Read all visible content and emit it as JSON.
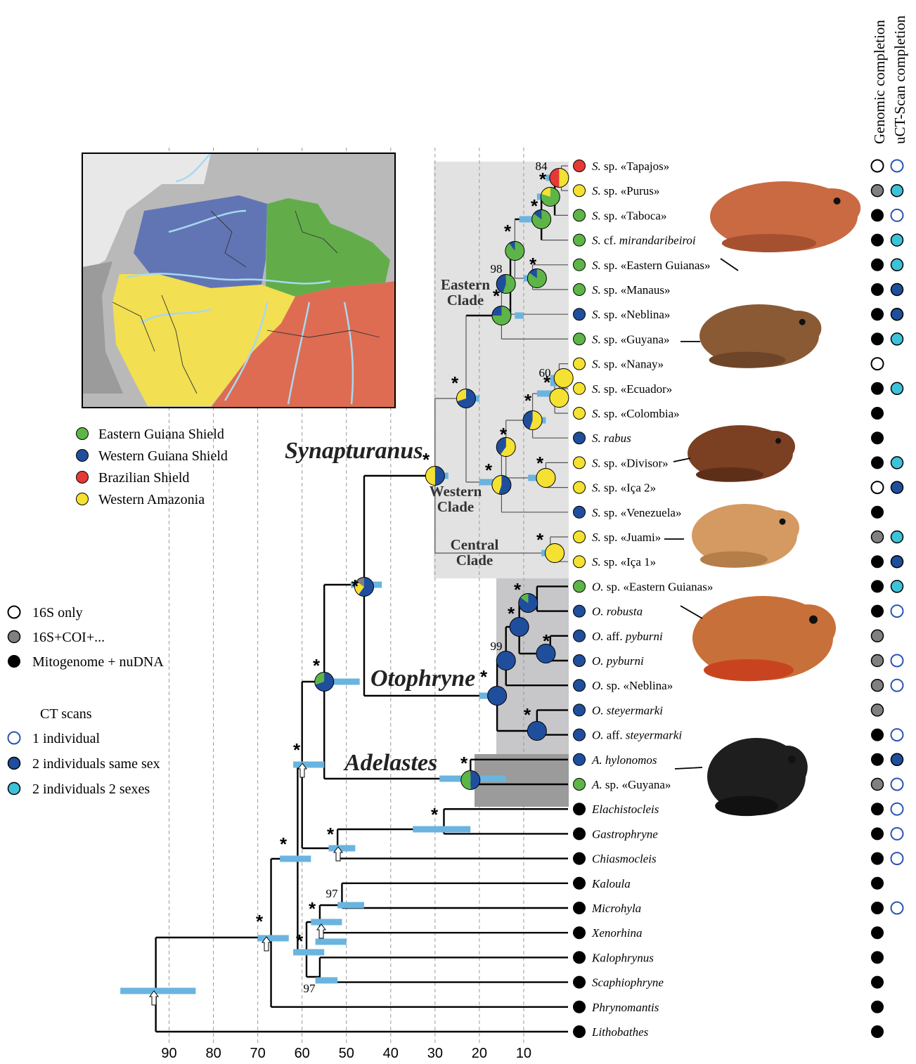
{
  "column_headers": [
    "Genomic completion",
    "uCT-Scan completion"
  ],
  "colors": {
    "eastern_guiana": "#5db548",
    "western_guiana": "#1f4e9c",
    "brazilian": "#e53935",
    "western_amazonia": "#f5e131",
    "bar": "#6ab4e0",
    "light_cyan": "#3cc3d9",
    "gray": "#808080",
    "black": "#000000"
  },
  "region_legend": [
    {
      "label": "Eastern Guiana Shield",
      "color": "#5db548"
    },
    {
      "label": "Western Guiana Shield",
      "color": "#1f4e9c"
    },
    {
      "label": "Brazilian Shield",
      "color": "#e53935"
    },
    {
      "label": "Western Amazonia",
      "color": "#f5e131"
    }
  ],
  "data_legend": [
    {
      "label": "16S only",
      "style": "open-black"
    },
    {
      "label": "16S+COI+...",
      "style": "gray"
    },
    {
      "label": "Mitogenome + nuDNA",
      "style": "black"
    }
  ],
  "ct_legend": {
    "title": "CT scans",
    "items": [
      {
        "label": "1 individual",
        "style": "open-blue"
      },
      {
        "label": "2 individuals same sex",
        "style": "blue"
      },
      {
        "label": "2 individuals 2 sexes",
        "style": "cyan"
      }
    ]
  },
  "clade_titles": {
    "synapturanus": "Synapturanus",
    "otophryne": "Otophryne",
    "adelastes": "Adelastes"
  },
  "sub_clades": [
    {
      "lines": [
        "Eastern",
        "Clade"
      ]
    },
    {
      "lines": [
        "Western",
        "Clade"
      ]
    },
    {
      "lines": [
        "Central",
        "Clade"
      ]
    }
  ],
  "axis": {
    "ticks": [
      "90",
      "80",
      "70",
      "60",
      "50",
      "40",
      "30",
      "20",
      "10"
    ]
  },
  "support_labels": [
    "84",
    "98",
    "60",
    "99",
    "97",
    "97"
  ],
  "taxa": [
    {
      "genus": "S.",
      "rest": " sp. «Tapajos»",
      "region": "brazilian",
      "genomic": "open-black",
      "ct": "open-blue"
    },
    {
      "genus": "S.",
      "rest": " sp. «Purus»",
      "region": "western_amazonia",
      "genomic": "gray",
      "ct": "cyan"
    },
    {
      "genus": "S.",
      "rest": " sp. «Taboca»",
      "region": "eastern_guiana",
      "genomic": "black",
      "ct": "open-blue"
    },
    {
      "genus": "S.",
      "rest": " cf. ",
      "italic_tail": "mirandaribeiroi",
      "region": "eastern_guiana",
      "genomic": "black",
      "ct": "cyan"
    },
    {
      "genus": "S.",
      "rest": " sp. «Eastern Guianas»",
      "region": "eastern_guiana",
      "genomic": "black",
      "ct": "cyan"
    },
    {
      "genus": "S.",
      "rest": " sp. «Manaus»",
      "region": "eastern_guiana",
      "genomic": "black",
      "ct": "blue"
    },
    {
      "genus": "S.",
      "rest": " sp. «Neblina»",
      "region": "western_guiana",
      "genomic": "black",
      "ct": "blue"
    },
    {
      "genus": "S.",
      "rest": " sp. «Guyana»",
      "region": "eastern_guiana",
      "genomic": "black",
      "ct": "cyan"
    },
    {
      "genus": "S.",
      "rest": " sp. «Nanay»",
      "region": "western_amazonia",
      "genomic": "open-black",
      "ct": ""
    },
    {
      "genus": "S.",
      "rest": " sp. «Ecuador»",
      "region": "western_amazonia",
      "genomic": "black",
      "ct": "cyan"
    },
    {
      "genus": "S.",
      "rest": " sp. «Colombia»",
      "region": "western_amazonia",
      "genomic": "black",
      "ct": ""
    },
    {
      "genus": "S. rabus",
      "rest": "",
      "region": "western_guiana",
      "genomic": "black",
      "ct": ""
    },
    {
      "genus": "S.",
      "rest": " sp. «Divisor»",
      "region": "western_amazonia",
      "genomic": "black",
      "ct": "cyan"
    },
    {
      "genus": "S.",
      "rest": " sp. «Iça 2»",
      "region": "western_amazonia",
      "genomic": "open-black",
      "ct": "blue"
    },
    {
      "genus": "S.",
      "rest": " sp. «Venezuela»",
      "region": "western_guiana",
      "genomic": "black",
      "ct": ""
    },
    {
      "genus": "S.",
      "rest": " sp. «Juami»",
      "region": "western_amazonia",
      "genomic": "gray",
      "ct": "cyan"
    },
    {
      "genus": "S.",
      "rest": " sp. «Iça 1»",
      "region": "western_amazonia",
      "genomic": "black",
      "ct": "blue"
    },
    {
      "genus": "O.",
      "rest": " sp. «Eastern Guianas»",
      "region": "eastern_guiana",
      "genomic": "black",
      "ct": "cyan"
    },
    {
      "genus": "O. robusta",
      "rest": "",
      "region": "western_guiana",
      "genomic": "black",
      "ct": "open-blue"
    },
    {
      "genus": "O.",
      "rest": " aff. ",
      "italic_tail": "pyburni",
      "region": "western_guiana",
      "genomic": "gray",
      "ct": ""
    },
    {
      "genus": "O. pyburni",
      "rest": "",
      "region": "western_guiana",
      "genomic": "gray",
      "ct": "open-blue"
    },
    {
      "genus": "O.",
      "rest": " sp. «Neblina»",
      "region": "western_guiana",
      "genomic": "gray",
      "ct": "open-blue"
    },
    {
      "genus": "O. steyermarki",
      "rest": "",
      "region": "western_guiana",
      "genomic": "gray",
      "ct": ""
    },
    {
      "genus": "O.",
      "rest": " aff. ",
      "italic_tail": "steyermarki",
      "region": "western_guiana",
      "genomic": "black",
      "ct": "open-blue"
    },
    {
      "genus": "A. hylonomos",
      "rest": "",
      "region": "western_guiana",
      "genomic": "black",
      "ct": "blue"
    },
    {
      "genus": "A.",
      "rest": " sp. «Guyana»",
      "region": "eastern_guiana",
      "genomic": "gray",
      "ct": "open-blue"
    },
    {
      "genus": "Elachistocleis",
      "rest": "",
      "region": "black",
      "genomic": "black",
      "ct": "open-blue"
    },
    {
      "genus": "Gastrophryne",
      "rest": "",
      "region": "black",
      "genomic": "black",
      "ct": "open-blue"
    },
    {
      "genus": "Chiasmocleis",
      "rest": "",
      "region": "black",
      "genomic": "black",
      "ct": "open-blue"
    },
    {
      "genus": "Kaloula",
      "rest": "",
      "region": "black",
      "genomic": "black",
      "ct": ""
    },
    {
      "genus": "Microhyla",
      "rest": "",
      "region": "black",
      "genomic": "black",
      "ct": "open-blue"
    },
    {
      "genus": "Xenorhina",
      "rest": "",
      "region": "black",
      "genomic": "black",
      "ct": ""
    },
    {
      "genus": "Kalophrynus",
      "rest": "",
      "region": "black",
      "genomic": "black",
      "ct": ""
    },
    {
      "genus": "Scaphiophryne",
      "rest": "",
      "region": "black",
      "genomic": "black",
      "ct": ""
    },
    {
      "genus": "Phrynomantis",
      "rest": "",
      "region": "black",
      "genomic": "black",
      "ct": ""
    },
    {
      "genus": "Lithobathes",
      "rest": "",
      "region": "black",
      "genomic": "black",
      "ct": ""
    }
  ]
}
